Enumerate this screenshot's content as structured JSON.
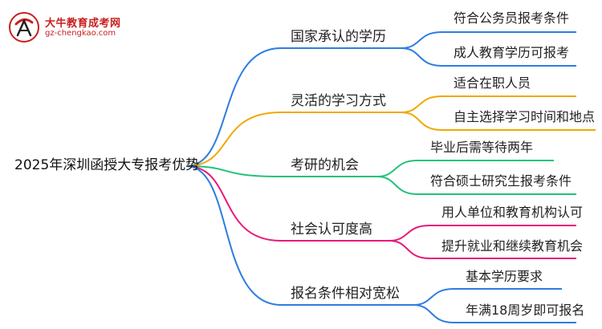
{
  "logo": {
    "title": "大牛教育成考网",
    "url": "gz-chengkao.com"
  },
  "mindmap": {
    "root": "2025年深圳函授大专报考优势",
    "branches": [
      {
        "label": "国家承认的学历",
        "color": "#2e7de1",
        "leaves": [
          "符合公务员报考条件",
          "成人教育学历可报考"
        ]
      },
      {
        "label": "灵活的学习方式",
        "color": "#f0a800",
        "leaves": [
          "适合在职人员",
          "自主选择学习时间和地点"
        ]
      },
      {
        "label": "考研的机会",
        "color": "#22c27a",
        "leaves": [
          "毕业后需等待两年",
          "符合硕士研究生报考条件"
        ]
      },
      {
        "label": "社会认可度高",
        "color": "#e8197a",
        "leaves": [
          "用人单位和教育机构认可",
          "提升就业和继续教育机会"
        ]
      },
      {
        "label": "报名条件相对宽松",
        "color": "#2e7de1",
        "leaves": [
          "基本学历要求",
          "年满18周岁即可报名"
        ]
      }
    ]
  }
}
